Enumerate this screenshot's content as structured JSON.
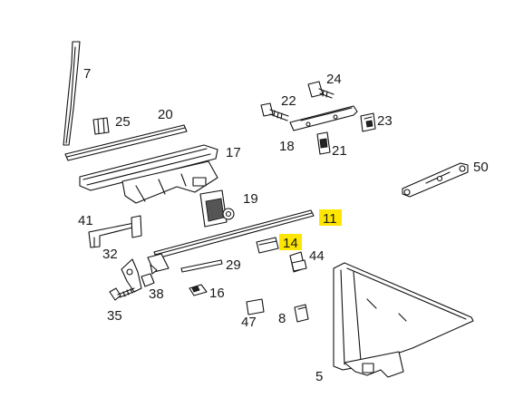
{
  "diagram": {
    "callouts": [
      {
        "id": "7",
        "text": "7"
      },
      {
        "id": "25",
        "text": "25"
      },
      {
        "id": "20",
        "text": "20"
      },
      {
        "id": "17",
        "text": "17"
      },
      {
        "id": "19",
        "text": "19"
      },
      {
        "id": "41",
        "text": "41"
      },
      {
        "id": "32",
        "text": "32"
      },
      {
        "id": "29",
        "text": "29"
      },
      {
        "id": "38",
        "text": "38"
      },
      {
        "id": "16",
        "text": "16"
      },
      {
        "id": "35",
        "text": "35"
      },
      {
        "id": "47",
        "text": "47"
      },
      {
        "id": "8",
        "text": "8"
      },
      {
        "id": "5",
        "text": "5"
      },
      {
        "id": "11",
        "text": "11",
        "highlighted": true
      },
      {
        "id": "14",
        "text": "14",
        "highlighted": true
      },
      {
        "id": "44",
        "text": "44"
      },
      {
        "id": "22",
        "text": "22"
      },
      {
        "id": "24",
        "text": "24"
      },
      {
        "id": "23",
        "text": "23"
      },
      {
        "id": "18",
        "text": "18"
      },
      {
        "id": "21",
        "text": "21"
      },
      {
        "id": "50",
        "text": "50"
      }
    ],
    "highlight_color": "#ffe600"
  }
}
